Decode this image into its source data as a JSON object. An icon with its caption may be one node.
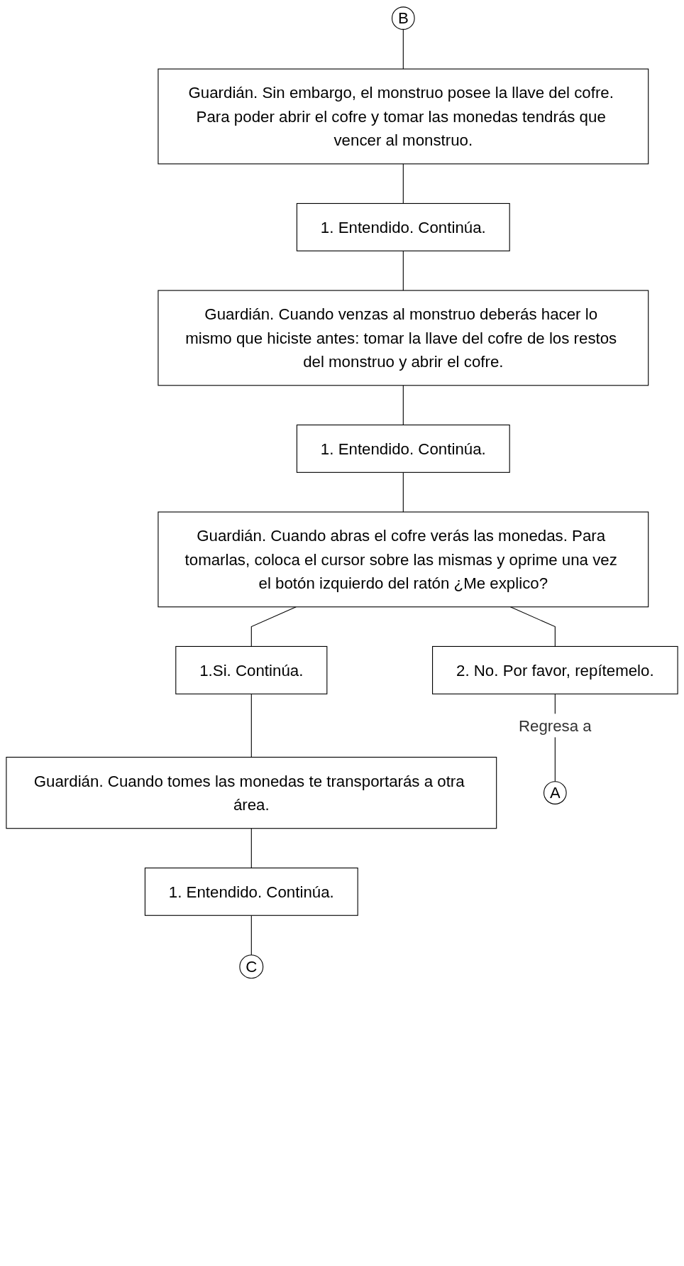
{
  "diagram": {
    "nodes": [
      {
        "text": [
          "B"
        ]
      },
      {
        "text": [
          "Guardián. Sin embargo, el monstruo posee la llave del cofre. Para poder abrir el cofre y tomar las monedas tendrás que vencer al monstruo."
        ]
      },
      {
        "text": [
          "1. Entendido. Continúa."
        ]
      },
      {
        "text": [
          "Guardián. Cuando venzas al monstruo deberás hacer lo mismo que hiciste antes: tomar la llave del cofre de los restos del monstruo y abrir el cofre."
        ]
      },
      {
        "text": [
          "1. Entendido. Continúa."
        ]
      },
      {
        "text": [
          "Guardián. Cuando abras el cofre verás las monedas. Para tomarlas, coloca el cursor sobre las mismas y oprime una vez el botón izquierdo del ratón ¿Me explico?"
        ]
      },
      {
        "text": [
          "1.Si. Continúa."
        ]
      },
      {
        "text": [
          "2. No. Por favor, repítemelo."
        ]
      },
      {
        "text": [
          "Guardián. Cuando tomes las monedas te transportarás a otra área."
        ]
      },
      {
        "text": [
          "1. Entendido. Continúa."
        ]
      },
      {
        "text": [
          "C"
        ]
      },
      {
        "text": [
          "A"
        ]
      }
    ],
    "edges": [
      {
        "from": 0,
        "to": 1,
        "arrow": "none"
      },
      {
        "from": 1,
        "to": 2,
        "arrow": "none"
      },
      {
        "from": 2,
        "to": 3,
        "arrow": "none"
      },
      {
        "from": 3,
        "to": 4,
        "arrow": "none"
      },
      {
        "from": 4,
        "to": 5,
        "arrow": "none"
      },
      {
        "from": 5,
        "to": 6,
        "arrow": "none"
      },
      {
        "from": 5,
        "to": 7,
        "arrow": "none"
      },
      {
        "from": 6,
        "to": 8,
        "arrow": "none"
      },
      {
        "from": 8,
        "to": 9,
        "arrow": "none"
      },
      {
        "from": 9,
        "to": 10,
        "arrow": "none"
      },
      {
        "from": 7,
        "to": 11,
        "arrow": "none",
        "label": "Regresa a"
      }
    ]
  }
}
